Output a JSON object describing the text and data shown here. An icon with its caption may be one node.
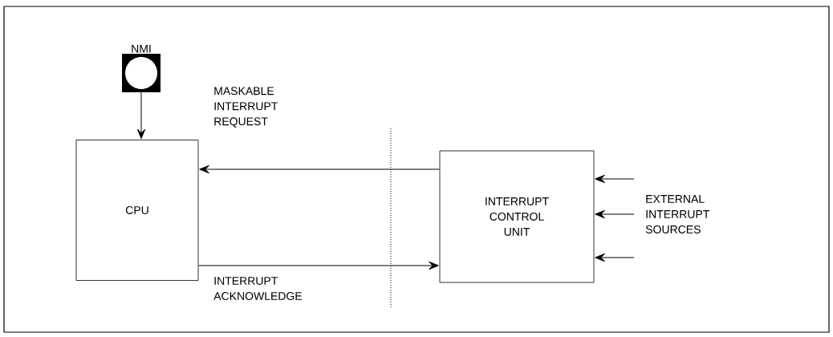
{
  "diagram": {
    "nodes": [
      {
        "text": [
          "NMI"
        ]
      },
      {
        "text": [
          "CPU"
        ]
      },
      {
        "text": [
          "INTERRUPT CONTROL UNIT"
        ]
      }
    ],
    "edges": [
      {
        "from": 0,
        "to": 1,
        "arrow": "to"
      },
      {
        "from": 2,
        "to": 1,
        "arrow": "to",
        "label": "MASKABLE INTERRUPT REQUEST"
      },
      {
        "from": 1,
        "to": 2,
        "arrow": "to",
        "label": "INTERRUPT ACKNOWLEDGE"
      },
      {
        "from": null,
        "to": 2,
        "arrow": "to"
      },
      {
        "from": null,
        "to": 2,
        "arrow": "to"
      },
      {
        "from": null,
        "to": 2,
        "arrow": "to"
      }
    ],
    "labels": [
      "EXTERNAL INTERRUPT SOURCES"
    ]
  }
}
